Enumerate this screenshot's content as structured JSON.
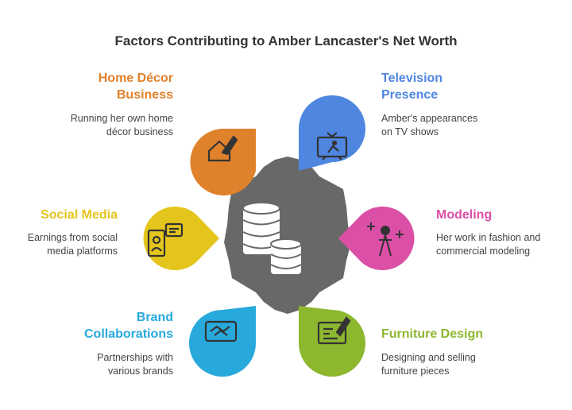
{
  "title": "Factors Contributing to Amber Lancaster's Net Worth",
  "center_icon": "database-stack-icon",
  "factors": [
    {
      "id": "home-decor",
      "title_lines": [
        "Home Décor",
        "Business"
      ],
      "desc_lines": [
        "Running her own home",
        "décor business"
      ],
      "color": "#e0812b",
      "icon": "house-paintbrush-icon"
    },
    {
      "id": "television",
      "title_lines": [
        "Television",
        "Presence"
      ],
      "desc_lines": [
        "Amber's appearances",
        "on TV shows"
      ],
      "color": "#4e86e0",
      "icon": "tv-icon"
    },
    {
      "id": "social-media",
      "title_lines": [
        "Social Media"
      ],
      "desc_lines": [
        "Earnings from social",
        "media platforms"
      ],
      "color": "#e4c51c",
      "icon": "phone-chat-icon"
    },
    {
      "id": "modeling",
      "title_lines": [
        "Modeling"
      ],
      "desc_lines": [
        "Her work in fashion and",
        "commercial modeling"
      ],
      "color": "#dc4fa6",
      "icon": "model-sparkle-icon"
    },
    {
      "id": "brand",
      "title_lines": [
        "Brand",
        "Collaborations"
      ],
      "desc_lines": [
        "Partnerships with",
        "various brands"
      ],
      "color": "#27a9dc",
      "icon": "handshake-icon"
    },
    {
      "id": "furniture",
      "title_lines": [
        "Furniture Design"
      ],
      "desc_lines": [
        "Designing and selling",
        "furniture pieces"
      ],
      "color": "#8db72f",
      "icon": "blueprint-pencil-icon"
    }
  ]
}
